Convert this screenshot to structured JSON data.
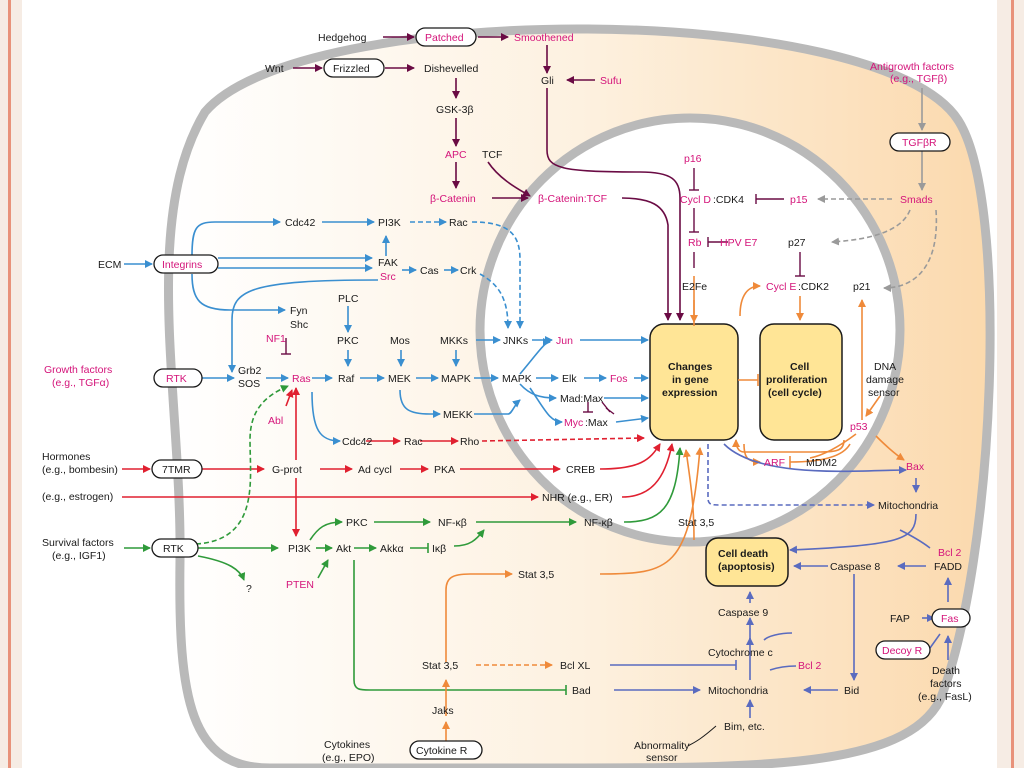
{
  "colors": {
    "black_arrow": "#6a0b44",
    "blue_arrow": "#3a8fd0",
    "red_arrow": "#e02030",
    "green_arrow": "#2f9a3a",
    "orange_arrow": "#ef8a3a",
    "purple_arrow": "#5a6bbf",
    "gray_arrow": "#9a9a9a",
    "magenta_text": "#d4147a",
    "cytoplasm": "#fde9cf",
    "nucleus_box": "#ffe596"
  },
  "nodes": {
    "hedgehog": "Hedgehog",
    "patched": "Patched",
    "smoothened": "Smoothened",
    "wnt": "Wnt",
    "frizzled": "Frizzled",
    "dishevelled": "Dishevelled",
    "gli": "Gli",
    "sufu": "Sufu",
    "gsk3b": "GSK-3β",
    "apc": "APC",
    "tcf": "TCF",
    "bcatenin": "β-Catenin",
    "bcatenin_tcf": "β-Catenin:TCF",
    "antigrowth1": "Antigrowth factors",
    "antigrowth2": "(e.g., TGFβ)",
    "tgfbr": "TGFβR",
    "smads": "Smads",
    "p16": "p16",
    "cycd": "Cycl D",
    "cdk4": ":CDK4",
    "p15": "p15",
    "rb": "Rb",
    "hpve7": "HPV E7",
    "p27": "p27",
    "e2fe": "E2Fe",
    "cyce": "Cycl E",
    "cdk2": ":CDK2",
    "p21": "p21",
    "cdc42a": "Cdc42",
    "pi3ka": "PI3K",
    "rac1": "Rac",
    "ecm": "ECM",
    "integrins": "Integrins",
    "fak": "FAK",
    "src": "Src",
    "cas": "Cas",
    "crk": "Crk",
    "fyn": "Fyn",
    "shc": "Shc",
    "plc": "PLC",
    "pkc1": "PKC",
    "mos": "Mos",
    "mkks": "MKKs",
    "jnks": "JNKs",
    "jun": "Jun",
    "nf1": "NF1",
    "growth1": "Growth factors",
    "growth2": "(e.g., TGFα)",
    "rtk1": "RTK",
    "grb2": "Grb2",
    "sos": "SOS",
    "ras": "Ras",
    "raf": "Raf",
    "mek": "MEK",
    "mapk1": "MAPK",
    "mapk2": "MAPK",
    "elk": "Elk",
    "fos": "Fos",
    "madmax": "Mad:Max",
    "myc": "Myc",
    "mycmax": ":Max",
    "mekk": "MEKK",
    "abl": "Abl",
    "cdc42b": "Cdc42",
    "rac2": "Rac",
    "rho": "Rho",
    "changes1": "Changes",
    "changes2": "in gene",
    "changes3": "expression",
    "cellprolif1": "Cell",
    "cellprolif2": "proliferation",
    "cellprolif3": "(cell cycle)",
    "dna1": "DNA",
    "dna2": "damage",
    "dna3": "sensor",
    "p53": "p53",
    "arf": "ARF",
    "mdm2": "MDM2",
    "bax": "Bax",
    "hormones1": "Hormones",
    "hormones2": "(e.g., bombesin)",
    "tmr": "7TMR",
    "gprot": "G-prot",
    "adcycl": "Ad cycl",
    "pka": "PKA",
    "creb": "CREB",
    "estrogen": "(e.g., estrogen)",
    "nhr": "NHR (e.g., ER)",
    "mito1": "Mitochondria",
    "survival1": "Survival factors",
    "survival2": "(e.g., IGF1)",
    "rtk2": "RTK",
    "pkc2": "PKC",
    "nfkb1": "NF-κβ",
    "nfkb2": "NF-κβ",
    "stat35a": "Stat 3,5",
    "pi3kb": "PI3K",
    "akt": "Akt",
    "akka": "Akkα",
    "ikb": "Iκβ",
    "q": "?",
    "pten": "PTEN",
    "bcl2a": "Bcl 2",
    "fadd": "FADD",
    "celldeath1": "Cell death",
    "celldeath2": "(apoptosis)",
    "caspase8": "Caspase 8",
    "stat35b": "Stat 3,5",
    "caspase9": "Caspase 9",
    "fap": "FAP",
    "fas": "Fas",
    "decoyr": "Decoy R",
    "cytochrome": "Cytochrome c",
    "death1": "Death",
    "death2": "factors",
    "death3": "(e.g., FasL)",
    "stat35c": "Stat 3,5",
    "bclxl": "Bcl XL",
    "bcl2b": "Bcl 2",
    "bad": "Bad",
    "mito2": "Mitochondria",
    "bid": "Bid",
    "jaks": "Jaks",
    "bim": "Bim, etc.",
    "abn1": "Abnormality",
    "abn2": "sensor",
    "cytokines1": "Cytokines",
    "cytokines2": "(e.g., EPO)",
    "cytokiner": "Cytokine R"
  }
}
